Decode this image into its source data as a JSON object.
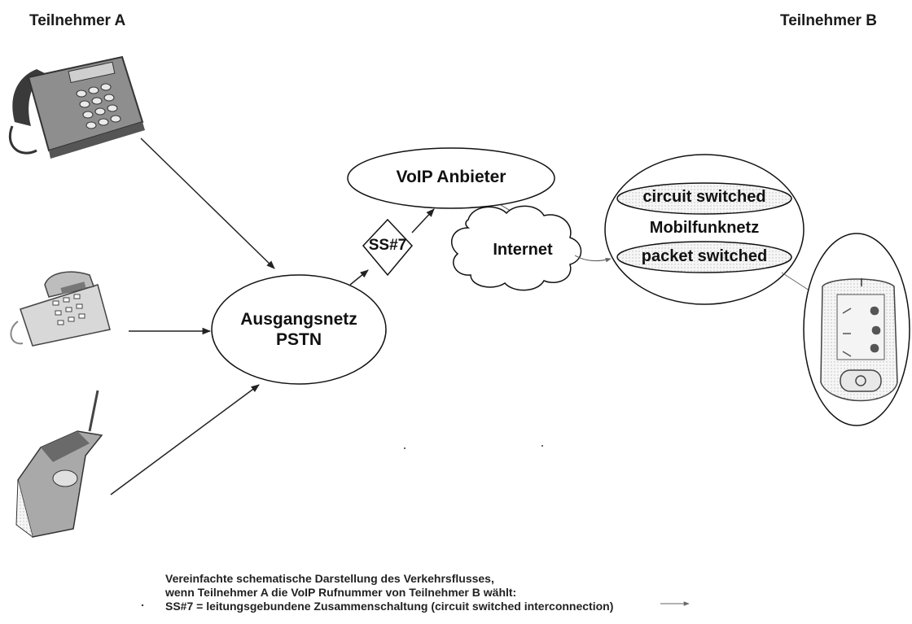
{
  "participants": {
    "a_label": "Teilnehmer A",
    "b_label": "Teilnehmer B"
  },
  "nodes": {
    "origin_network": {
      "line1": "Ausgangsnetz",
      "line2": "PSTN"
    },
    "ss7": "SS#7",
    "voip_provider": "VoIP Anbieter",
    "internet": "Internet",
    "mobile_network": {
      "circuit": "circuit switched",
      "name": "Mobilfunknetz",
      "packet": "packet switched"
    }
  },
  "devices": {
    "desk_phone": "desk-phone-icon",
    "cordless_phone": "cordless-phone-icon",
    "mobile_phone": "mobile-phone-icon",
    "smartphone": "smartphone-icon"
  },
  "caption": {
    "line1": "Vereinfachte schematische Darstellung des Verkehrsflusses,",
    "line2": "wenn Teilnehmer A die VoIP Rufnummer von Teilnehmer B wählt:",
    "line3": "SS#7 = leitungsgebundene Zusammenschaltung (circuit switched interconnection)"
  }
}
